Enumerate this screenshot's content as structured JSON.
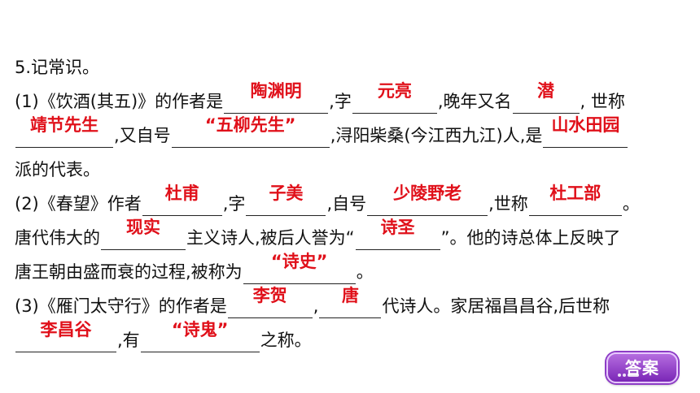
{
  "q5": {
    "heading": "5.记常识。",
    "p1": {
      "s1": "(1)《饮酒(其五)》的作者是",
      "a1": "陶渊明",
      "s2": ",字",
      "a2": "元亮",
      "s3": ",晚年又名",
      "a3": "潜",
      "s4": ", 世称",
      "a4": "靖节先生",
      "s5": ",又自号",
      "a5": "“五柳先生”",
      "s6": ",浔阳柴桑(今江西九江)人,是",
      "a6": "山水田园",
      "s7": "派的代表。"
    },
    "p2": {
      "s1": "(2)《春望》作者",
      "a1": "杜甫",
      "s2": ",字",
      "a2": "子美",
      "s3": ",自号",
      "a3": "少陵野老",
      "s4": ",世称",
      "a4": "杜工部",
      "s5": "。",
      "s6": "唐代伟大的",
      "a5": "现实",
      "s7": "主义诗人,被后人誉为“",
      "a6": "诗圣",
      "s8": "”。他的诗总体上反映了",
      "s9": "唐王朝由盛而衰的过程,被称为",
      "a7": "“诗史”",
      "s10": "。"
    },
    "p3": {
      "s1": "(3)《雁门太守行》的作者是",
      "a1": "李贺",
      "s2": ",",
      "a2": "唐",
      "s3": "代诗人。家居福昌昌谷,后世称",
      "a3": "李昌谷",
      "s4": ",有",
      "a4": "“诗鬼”",
      "s5": "之称。"
    }
  },
  "answer_button": {
    "label": "答案"
  },
  "colors": {
    "answer": "#e0101a",
    "button": "#8d3cc6"
  }
}
